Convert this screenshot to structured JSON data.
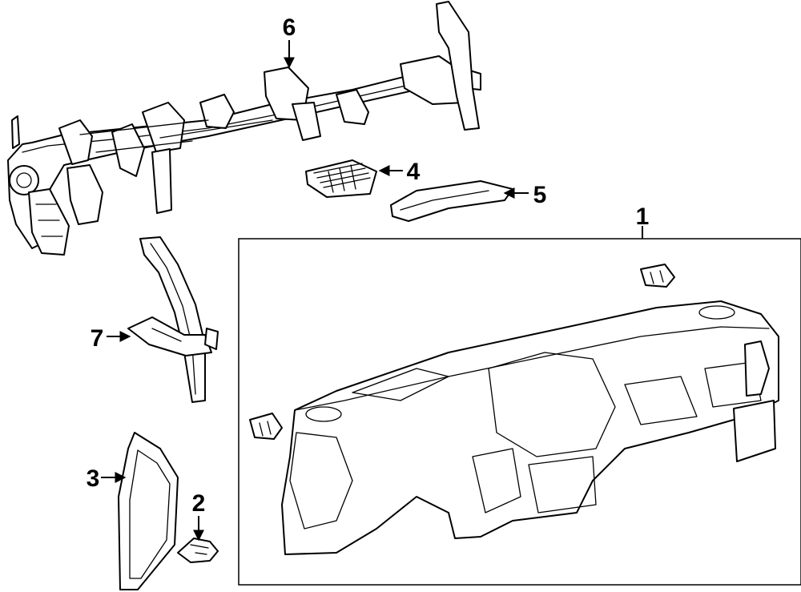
{
  "diagram": {
    "callouts": [
      {
        "id": "1",
        "label": "1"
      },
      {
        "id": "2",
        "label": "2"
      },
      {
        "id": "3",
        "label": "3"
      },
      {
        "id": "4",
        "label": "4"
      },
      {
        "id": "5",
        "label": "5"
      },
      {
        "id": "6",
        "label": "6"
      },
      {
        "id": "7",
        "label": "7"
      }
    ],
    "colors": {
      "ink": "#000000",
      "background": "#ffffff"
    }
  }
}
